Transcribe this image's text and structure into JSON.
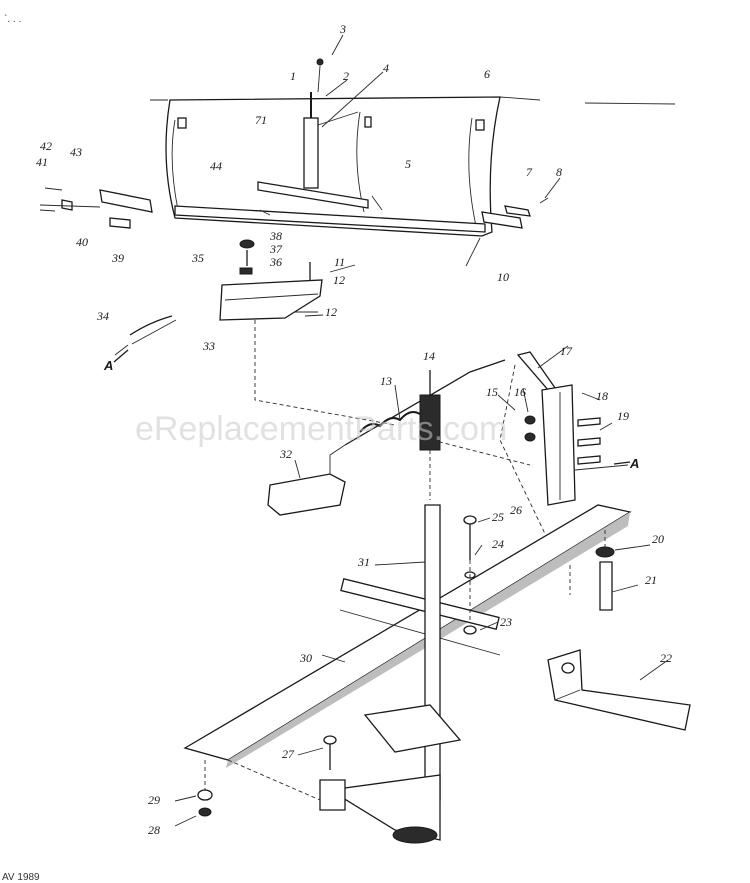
{
  "watermark": "eReplacementParts.com",
  "footer_code": "AV  1989",
  "callouts": [
    "1",
    "2",
    "3",
    "4",
    "5",
    "6",
    "7",
    "8",
    "10",
    "11",
    "12",
    "12",
    "13",
    "14",
    "15",
    "16",
    "17",
    "18",
    "19",
    "20",
    "21",
    "22",
    "23",
    "24",
    "25",
    "26",
    "27",
    "28",
    "29",
    "30",
    "31",
    "32",
    "33",
    "34",
    "35",
    "36",
    "37",
    "38",
    "39",
    "40",
    "41",
    "42",
    "43",
    "44",
    "71",
    "A",
    "A"
  ]
}
